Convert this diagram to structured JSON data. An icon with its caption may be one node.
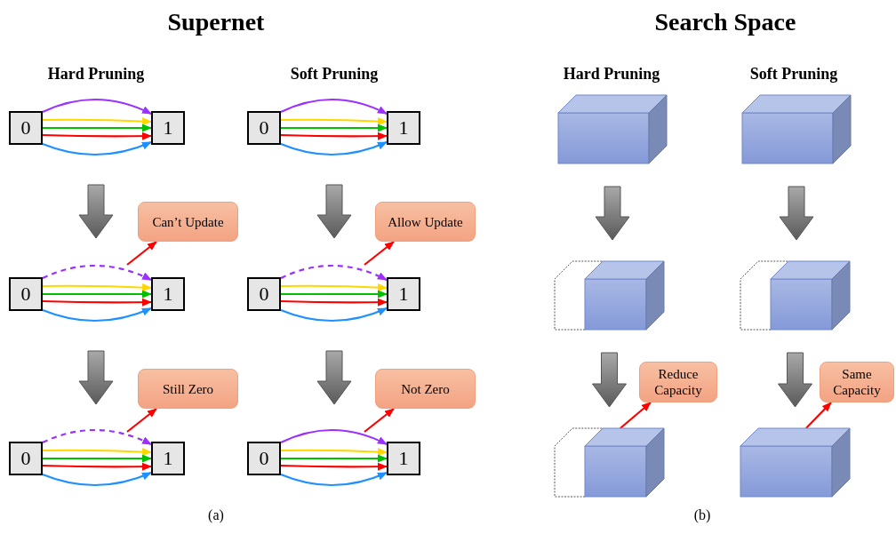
{
  "diagram": {
    "nodes": [
      {
        "text": [
          "0"
        ]
      },
      {
        "text": [
          "1"
        ]
      },
      {
        "text": [
          "0"
        ]
      },
      {
        "text": [
          "1"
        ]
      },
      {
        "text": [
          "Can’t Update"
        ]
      },
      {
        "text": [
          "Allow Update"
        ]
      },
      {
        "text": [
          "0"
        ]
      },
      {
        "text": [
          "1"
        ]
      },
      {
        "text": [
          "0"
        ]
      },
      {
        "text": [
          "1"
        ]
      },
      {
        "text": [
          "Still Zero"
        ]
      },
      {
        "text": [
          "Not Zero"
        ]
      },
      {
        "text": [
          "0"
        ]
      },
      {
        "text": [
          "1"
        ]
      },
      {
        "text": [
          "0"
        ]
      },
      {
        "text": [
          "1"
        ]
      },
      {
        "text": [],
        "shape": "box"
      },
      {
        "text": [],
        "shape": "box"
      },
      {
        "text": [],
        "shape": "box"
      },
      {
        "text": [],
        "shape": "box"
      },
      {
        "text": [
          "Reduce Capacity"
        ]
      },
      {
        "text": [
          "Same Capacity"
        ]
      },
      {
        "text": [],
        "shape": "box"
      },
      {
        "text": [],
        "shape": "box"
      }
    ],
    "edges": [
      {
        "from": 0,
        "to": 1,
        "arrow": "to",
        "color": "#9b30ff"
      },
      {
        "from": 0,
        "to": 1,
        "arrow": "to",
        "color": "#ffd700"
      },
      {
        "from": 0,
        "to": 1,
        "arrow": "to",
        "color": "#00c000"
      },
      {
        "from": 0,
        "to": 1,
        "arrow": "to",
        "color": "#ff0000"
      },
      {
        "from": 0,
        "to": 1,
        "arrow": "to",
        "color": "#1e90ff"
      },
      {
        "from": 2,
        "to": 3,
        "arrow": "to",
        "color": "#9b30ff"
      },
      {
        "from": 2,
        "to": 3,
        "arrow": "to",
        "color": "#ffd700"
      },
      {
        "from": 2,
        "to": 3,
        "arrow": "to",
        "color": "#00c000"
      },
      {
        "from": 2,
        "to": 3,
        "arrow": "to",
        "color": "#ff0000"
      },
      {
        "from": 2,
        "to": 3,
        "arrow": "to",
        "color": "#1e90ff"
      },
      {
        "from": 6,
        "to": 7,
        "arrow": "to",
        "color": "#9b30ff",
        "style": "dashed"
      },
      {
        "from": 6,
        "to": 7,
        "arrow": "to",
        "color": "#ffd700"
      },
      {
        "from": 6,
        "to": 7,
        "arrow": "to",
        "color": "#00c000"
      },
      {
        "from": 6,
        "to": 7,
        "arrow": "to",
        "color": "#ff0000"
      },
      {
        "from": 6,
        "to": 7,
        "arrow": "to",
        "color": "#1e90ff"
      },
      {
        "from": 8,
        "to": 9,
        "arrow": "to",
        "color": "#9b30ff",
        "style": "dashed"
      },
      {
        "from": 8,
        "to": 9,
        "arrow": "to",
        "color": "#ffd700"
      },
      {
        "from": 8,
        "to": 9,
        "arrow": "to",
        "color": "#00c000"
      },
      {
        "from": 8,
        "to": 9,
        "arrow": "to",
        "color": "#ff0000"
      },
      {
        "from": 8,
        "to": 9,
        "arrow": "to",
        "color": "#1e90ff"
      },
      {
        "from": 12,
        "to": 13,
        "arrow": "to",
        "color": "#9b30ff",
        "style": "dashed"
      },
      {
        "from": 12,
        "to": 13,
        "arrow": "to",
        "color": "#ffd700"
      },
      {
        "from": 12,
        "to": 13,
        "arrow": "to",
        "color": "#00c000"
      },
      {
        "from": 12,
        "to": 13,
        "arrow": "to",
        "color": "#ff0000"
      },
      {
        "from": 12,
        "to": 13,
        "arrow": "to",
        "color": "#1e90ff"
      },
      {
        "from": 14,
        "to": 15,
        "arrow": "to",
        "color": "#9b30ff"
      },
      {
        "from": 14,
        "to": 15,
        "arrow": "to",
        "color": "#ffd700"
      },
      {
        "from": 14,
        "to": 15,
        "arrow": "to",
        "color": "#00c000"
      },
      {
        "from": 14,
        "to": 15,
        "arrow": "to",
        "color": "#ff0000"
      },
      {
        "from": 14,
        "to": 15,
        "arrow": "to",
        "color": "#1e90ff"
      },
      {
        "from": null,
        "to": 4,
        "arrow": "to",
        "color": "#ff0000"
      },
      {
        "from": null,
        "to": 5,
        "arrow": "to",
        "color": "#ff0000"
      },
      {
        "from": null,
        "to": 10,
        "arrow": "to",
        "color": "#ff0000"
      },
      {
        "from": null,
        "to": 11,
        "arrow": "to",
        "color": "#ff0000"
      },
      {
        "from": 16,
        "to": 18,
        "arrow": "to",
        "style": "thick",
        "color": "#808080"
      },
      {
        "from": 18,
        "to": 22,
        "arrow": "to",
        "style": "thick",
        "color": "#808080"
      },
      {
        "from": 17,
        "to": 19,
        "arrow": "to",
        "style": "thick",
        "color": "#808080"
      },
      {
        "from": 19,
        "to": 23,
        "arrow": "to",
        "style": "thick",
        "color": "#808080"
      },
      {
        "from": 22,
        "to": 20,
        "arrow": "to",
        "color": "#ff0000"
      },
      {
        "from": 23,
        "to": 21,
        "arrow": "to",
        "color": "#ff0000"
      }
    ],
    "labels": [
      "Supernet",
      "Search Space",
      "Hard Pruning",
      "Soft Pruning",
      "Hard Pruning",
      "Soft Pruning",
      "(a)",
      "(b)"
    ]
  }
}
